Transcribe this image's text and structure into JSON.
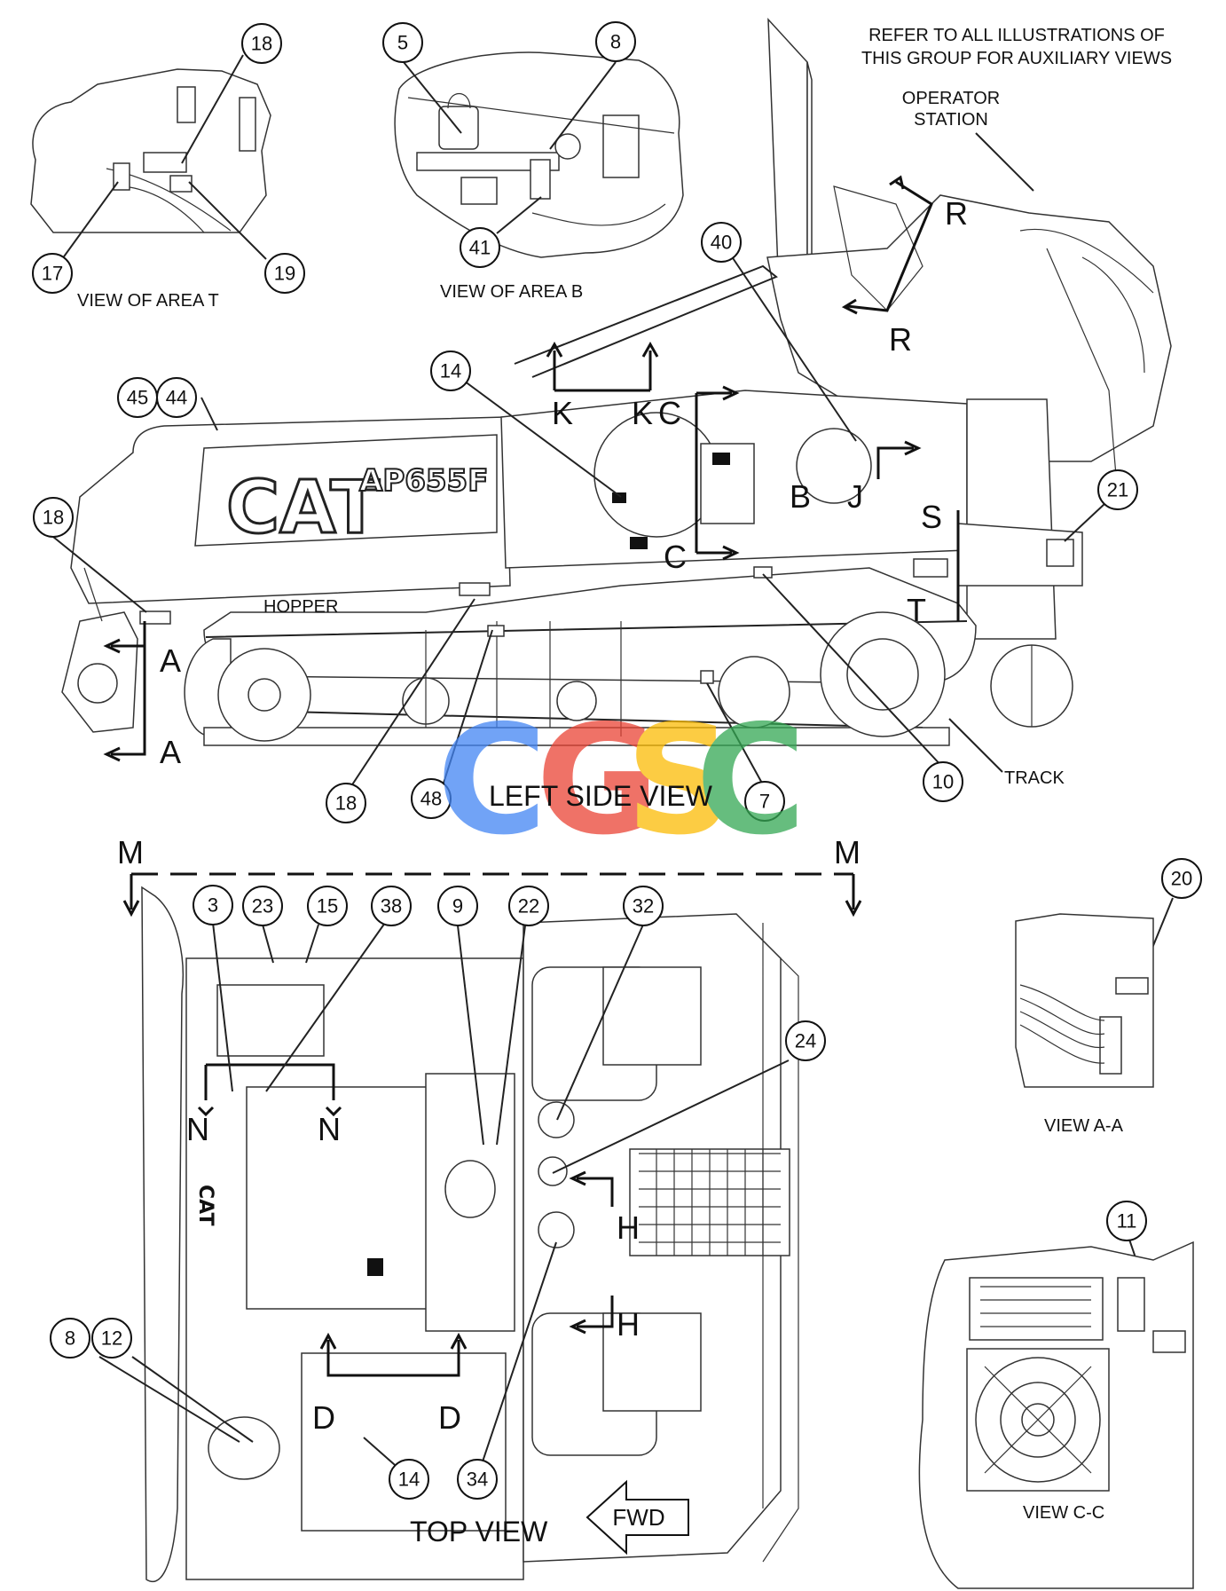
{
  "notes": {
    "refer_line1": "REFER TO ALL ILLUSTRATIONS OF",
    "refer_line2": "THIS GROUP FOR AUXILIARY VIEWS",
    "operator_line1": "OPERATOR",
    "operator_line2": "STATION"
  },
  "views": {
    "area_t": "VIEW OF AREA T",
    "area_b": "VIEW OF AREA B",
    "left_side": "LEFT SIDE VIEW",
    "top": "TOP VIEW",
    "aa": "VIEW A-A",
    "cc": "VIEW C-C"
  },
  "labels": {
    "hopper": "HOPPER",
    "track": "TRACK",
    "fwd": "FWD",
    "brand": "CAT",
    "model": "AP655F"
  },
  "section_letters": {
    "R": "R",
    "K": "K",
    "C": "C",
    "B": "B",
    "J": "J",
    "S": "S",
    "T": "T",
    "A": "A",
    "M": "M",
    "N": "N",
    "H": "H",
    "D": "D"
  },
  "callouts": [
    "18",
    "5",
    "8",
    "17",
    "19",
    "41",
    "40",
    "14",
    "45",
    "44",
    "18",
    "21",
    "18",
    "48",
    "7",
    "10",
    "3",
    "23",
    "15",
    "38",
    "9",
    "22",
    "32",
    "24",
    "20",
    "8",
    "12",
    "14",
    "34",
    "11"
  ],
  "watermark": {
    "letters": [
      "C",
      "G",
      "S",
      "C"
    ],
    "colors": [
      "#4285F4",
      "#EA4335",
      "#FBBC05",
      "#34A853"
    ]
  }
}
